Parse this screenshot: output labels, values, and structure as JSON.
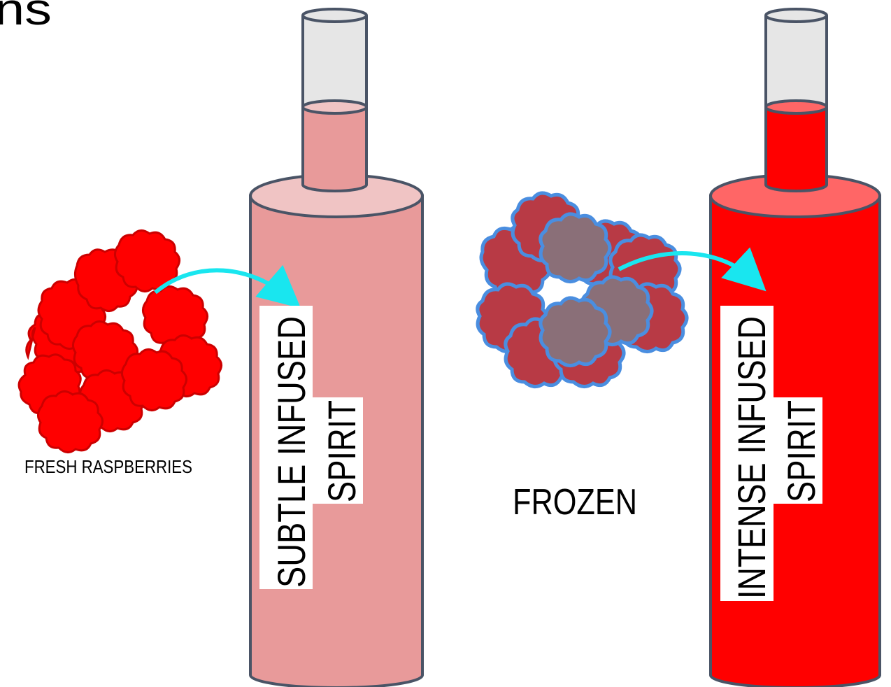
{
  "title_fragment": "ns",
  "left": {
    "berry_label": "FRESH RASPBERRIES",
    "bottle_label": [
      "SUBTLE INFUSED",
      "SPIRIT"
    ]
  },
  "right": {
    "berry_label": "FROZEN",
    "bottle_label": [
      "INTENSE INFUSED",
      "SPIRIT"
    ]
  },
  "colors": {
    "subtle_liquid": "#e89a9a",
    "subtle_top": "#f0c4c4",
    "intense_liquid": "#ff0000",
    "intense_top": "#ff6666",
    "fresh_berry": "#ff0000",
    "frozen_berry": "#b83a45",
    "frozen_outline": "#4a8ee0",
    "arrow": "#19e6ef",
    "bottle_outline": "#4a5466",
    "neck_glass": "#e6e6e6"
  }
}
